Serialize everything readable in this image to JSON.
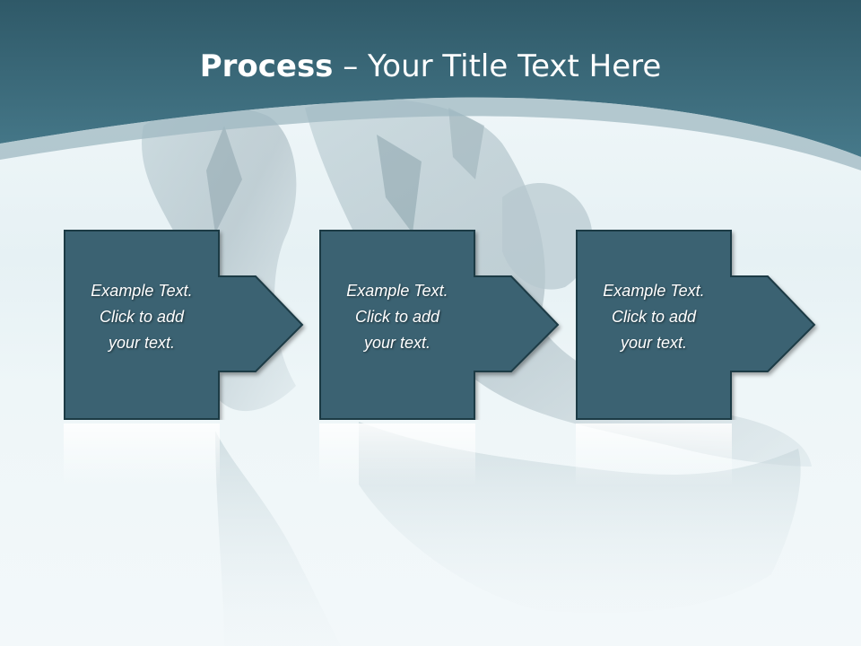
{
  "slide": {
    "title_bold": "Process",
    "title_rest": " – Your Title Text Here"
  },
  "steps": [
    {
      "line1": "Example Text.",
      "line2": "Click  to add",
      "line3": "your text."
    },
    {
      "line1": "Example Text.",
      "line2": "Click  to add",
      "line3": "your text."
    },
    {
      "line1": "Example Text.",
      "line2": "Click  to add",
      "line3": "your text."
    }
  ],
  "colors": {
    "header": "#3f6f80",
    "header_dark": "#2f5968",
    "step_fill": "#3a6272",
    "step_stroke": "#1f3a45",
    "swoosh": "#9fb8c2"
  },
  "icons": [
    "crystal-sculpture-background",
    "arrow-right-shape"
  ]
}
